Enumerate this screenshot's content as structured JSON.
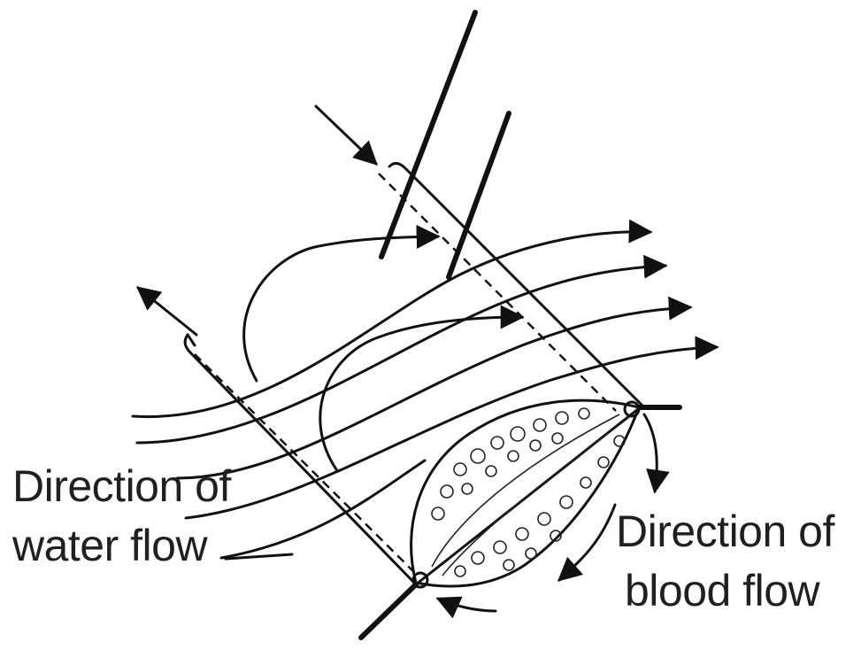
{
  "labels": {
    "water_line1": "Direction of",
    "water_line2": "water flow",
    "blood_line1": "Direction of",
    "blood_line2": "blood flow"
  },
  "colors": {
    "ink": "#111111",
    "text": "#231f20",
    "background": "#ffffff"
  }
}
